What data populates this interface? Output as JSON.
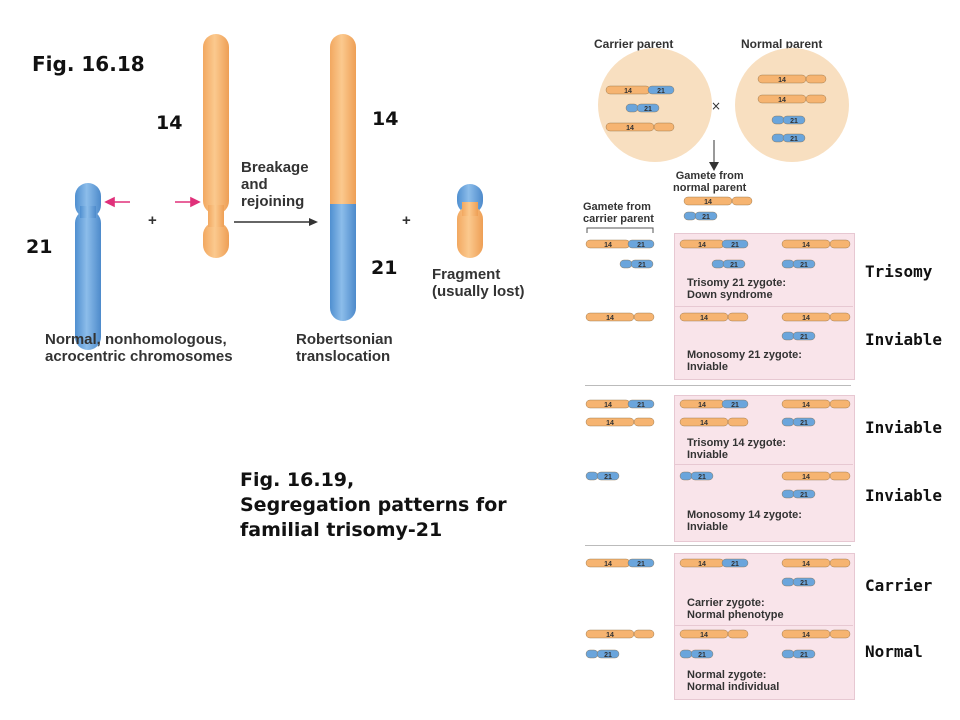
{
  "fig1": {
    "title": "Fig. 16.18",
    "label_14_left": "14",
    "label_14_right": "14",
    "label_21_left": "21",
    "label_21_right": "21",
    "breakage": "Breakage\nand\nrejoining",
    "normal_caption": "Normal, nonhomologous,\nacrocentric chromosomes",
    "robertsonian_caption": "Robertsonian\ntranslocation",
    "fragment_caption": "Fragment\n(usually lost)",
    "plus": "+"
  },
  "fig2": {
    "caption_line1": "Fig. 16.19,",
    "caption_line2": "Segregation patterns for",
    "caption_line3": "familial trisomy-21",
    "carrier_parent": "Carrier parent",
    "normal_parent": "Normal parent",
    "cross": "×",
    "gamete_normal": "Gamete from\nnormal parent",
    "gamete_carrier": "Gamete from\ncarrier parent",
    "chrom14": "14",
    "chrom21": "21",
    "rows": [
      {
        "zygote": "Trisomy 21 zygote:\nDown syndrome",
        "outcome": "Trisomy"
      },
      {
        "zygote": "Monosomy 21 zygote:\nInviable",
        "outcome": "Inviable"
      },
      {
        "zygote": "Trisomy 14 zygote:\nInviable",
        "outcome": "Inviable"
      },
      {
        "zygote": "Monosomy 14 zygote:\nInviable",
        "outcome": "Inviable"
      },
      {
        "zygote": "Carrier zygote:\nNormal phenotype",
        "outcome": "Carrier"
      },
      {
        "zygote": "Normal zygote:\nNormal individual",
        "outcome": "Normal"
      }
    ]
  },
  "colors": {
    "chrom14_fill": "#f6b471",
    "chrom21_fill": "#6aa5dc",
    "circle_fill": "#f8dfc0",
    "zygote_box": "#f9e4ea",
    "arrow_pink": "#e0307a"
  }
}
